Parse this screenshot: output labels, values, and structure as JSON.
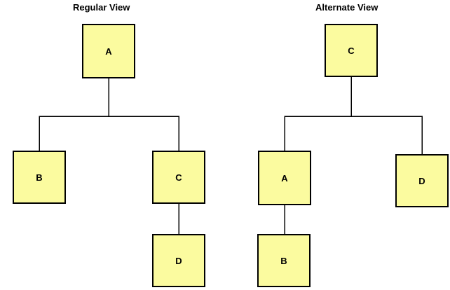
{
  "colors": {
    "node_fill": "#FBFB9F",
    "node_border": "#000000",
    "edge": "#000000",
    "background": "#FFFFFF",
    "text": "#000000"
  },
  "diagrams": [
    {
      "title": "Regular View",
      "nodes": [
        {
          "id": "A",
          "label": "A"
        },
        {
          "id": "B",
          "label": "B"
        },
        {
          "id": "C",
          "label": "C"
        },
        {
          "id": "D",
          "label": "D"
        }
      ],
      "edges": [
        [
          "A",
          "B"
        ],
        [
          "A",
          "C"
        ],
        [
          "C",
          "D"
        ]
      ]
    },
    {
      "title": "Alternate View",
      "nodes": [
        {
          "id": "C",
          "label": "C"
        },
        {
          "id": "A",
          "label": "A"
        },
        {
          "id": "D",
          "label": "D"
        },
        {
          "id": "B",
          "label": "B"
        }
      ],
      "edges": [
        [
          "C",
          "A"
        ],
        [
          "C",
          "D"
        ],
        [
          "A",
          "B"
        ]
      ]
    }
  ]
}
